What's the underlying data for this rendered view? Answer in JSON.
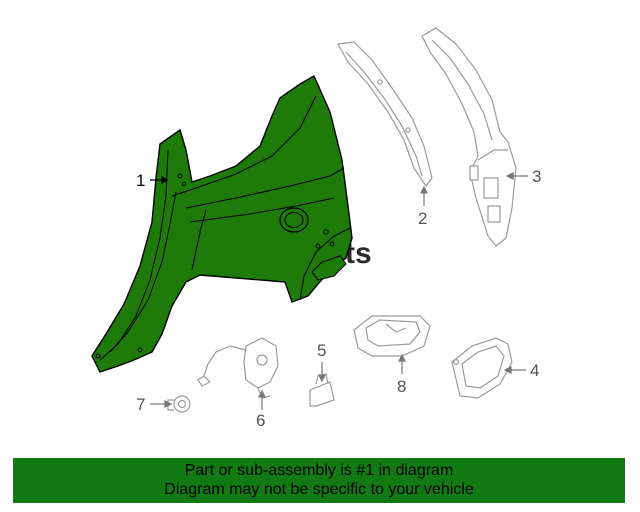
{
  "diagram": {
    "callouts": [
      "1",
      "2",
      "3",
      "4",
      "5",
      "6",
      "7",
      "8"
    ],
    "watermark": "ts",
    "highlight_color": "#1e7b0a",
    "outline_color": "#9a9a9a"
  },
  "banner": {
    "line1": "Part or sub-assembly is #1 in diagram",
    "line2": "Diagram may not be specific to your vehicle",
    "background": "#127a12"
  }
}
